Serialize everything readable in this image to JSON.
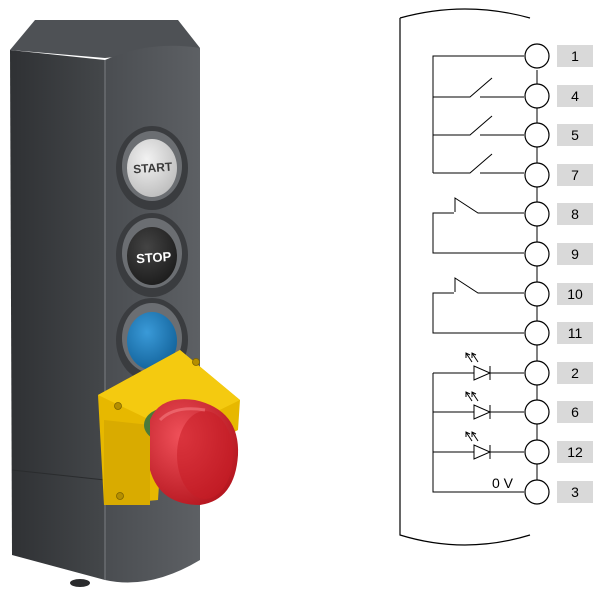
{
  "device": {
    "start_label": "START",
    "stop_label": "STOP",
    "colors": {
      "housing": "#55585c",
      "housing_dark": "#3a3c3f",
      "start_button": "#d9d9d9",
      "stop_button": "#2b2b2b",
      "blue_button": "#1a78b8",
      "guard_yellow": "#f2c200",
      "estop_red": "#d8202a"
    }
  },
  "wiring": {
    "terminals": [
      {
        "label": "1"
      },
      {
        "label": "4"
      },
      {
        "label": "5"
      },
      {
        "label": "7"
      },
      {
        "label": "8"
      },
      {
        "label": "9"
      },
      {
        "label": "10"
      },
      {
        "label": "11"
      },
      {
        "label": "2"
      },
      {
        "label": "6"
      },
      {
        "label": "12"
      },
      {
        "label": "3"
      }
    ],
    "zero_v_label": "0 V",
    "colors": {
      "line": "#000000",
      "label_bg": "#d9d9d9"
    }
  }
}
